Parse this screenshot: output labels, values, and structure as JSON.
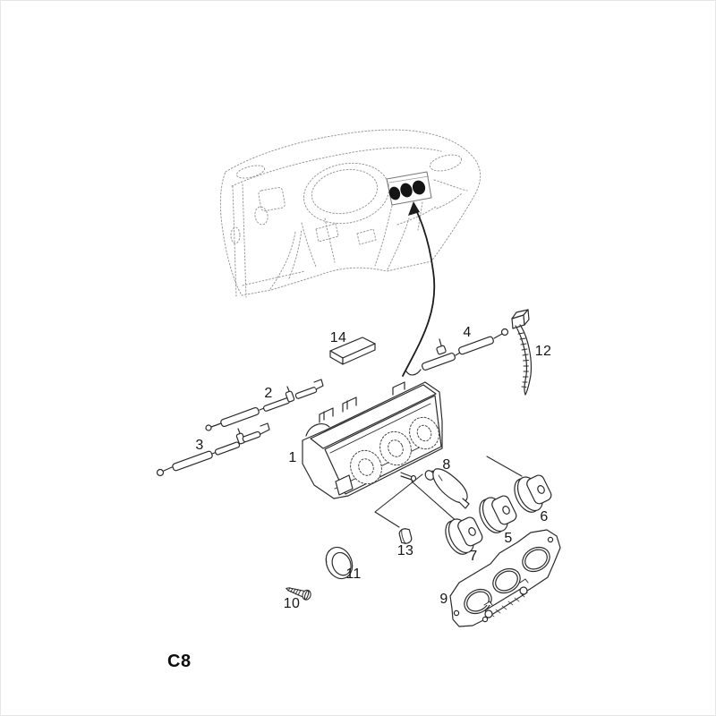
{
  "diagram": {
    "figure_code": "C8",
    "part_labels": [
      {
        "text": "1"
      },
      {
        "text": "2"
      },
      {
        "text": "3"
      },
      {
        "text": "4"
      },
      {
        "text": "5"
      },
      {
        "text": "6"
      },
      {
        "text": "7"
      },
      {
        "text": "8"
      },
      {
        "text": "9"
      },
      {
        "text": "10"
      },
      {
        "text": "11"
      },
      {
        "text": "12"
      },
      {
        "text": "13"
      },
      {
        "text": "14"
      }
    ],
    "colors": {
      "part_ink": "#2b2b2b",
      "sketch_ink": "#9a9a9a",
      "knob_fill": "#141414",
      "background": "#ffffff"
    }
  }
}
